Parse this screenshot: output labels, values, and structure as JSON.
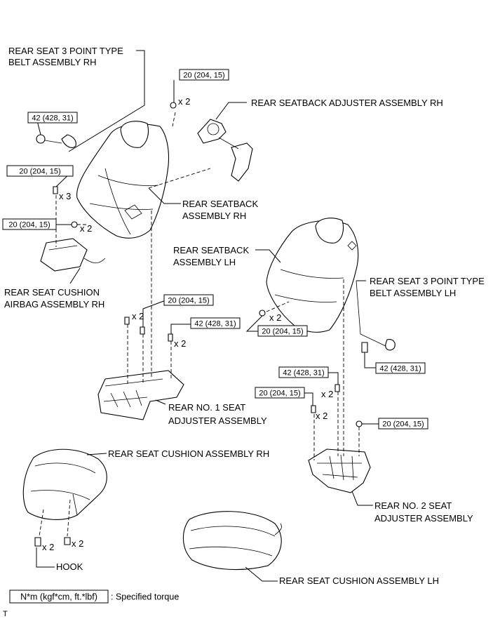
{
  "labels": {
    "belt_rh_1": "REAR SEAT 3 POINT TYPE",
    "belt_rh_2": "BELT ASSEMBLY RH",
    "adjuster_rh": "REAR SEATBACK ADJUSTER ASSEMBLY RH",
    "seatback_rh_1": "REAR SEATBACK",
    "seatback_rh_2": "ASSEMBLY RH",
    "seatback_lh_1": "REAR SEATBACK",
    "seatback_lh_2": "ASSEMBLY LH",
    "belt_lh_1": "REAR SEAT 3 POINT TYPE",
    "belt_lh_2": "BELT ASSEMBLY LH",
    "airbag_1": "REAR SEAT CUSHION",
    "airbag_2": "AIRBAG ASSEMBLY RH",
    "no1_adj_1": "REAR NO. 1 SEAT",
    "no1_adj_2": "ADJUSTER ASSEMBLY",
    "cushion_rh": "REAR SEAT CUSHION ASSEMBLY RH",
    "no2_adj_1": "REAR NO. 2 SEAT",
    "no2_adj_2": "ADJUSTER ASSEMBLY",
    "hook": "HOOK",
    "cushion_lh": "REAR SEAT CUSHION ASSEMBLY LH"
  },
  "torque": {
    "t20": "20 (204, 15)",
    "t42": "42 (428, 31)"
  },
  "multipliers": {
    "x2": "x 2",
    "x3": "x 3"
  },
  "legend": {
    "box_text": "N*m (kgf*cm, ft.*lbf)",
    "description": ": Specified torque"
  },
  "footer": {
    "code": "T"
  }
}
